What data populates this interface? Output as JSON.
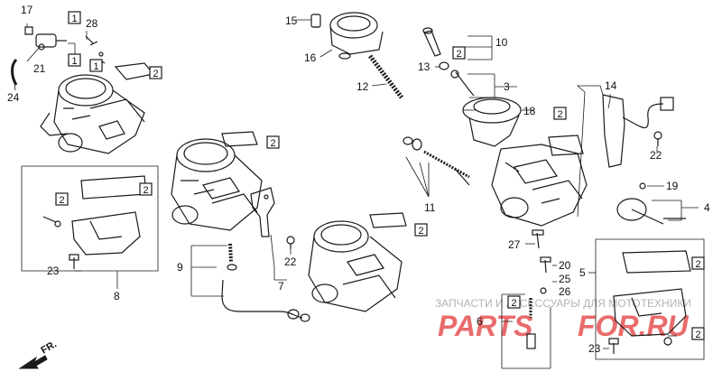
{
  "parts": {
    "p1": "1",
    "p2": "2",
    "p3": "3",
    "p4": "4",
    "p5": "5",
    "p6": "6",
    "p7": "7",
    "p8": "8",
    "p9": "9",
    "p10": "10",
    "p11": "11",
    "p12": "12",
    "p13": "13",
    "p14": "14",
    "p15": "15",
    "p16": "16",
    "p17": "17",
    "p18": "18",
    "p19": "19",
    "p20": "20",
    "p21": "21",
    "p22": "22",
    "p23": "23",
    "p24": "24",
    "p25": "25",
    "p26": "26",
    "p27": "27",
    "p28": "28"
  },
  "direction_label": "FR.",
  "watermark": {
    "cyrillic": "ЗАПЧАСТИ И АКСЕССУАРЫ ДЛЯ МОТОТЕХНИКИ",
    "brand_left": "PARTS",
    "brand_right": "FOR.RU"
  },
  "colors": {
    "line": "#1a1a1a",
    "watermark_red": "#e23a3a",
    "watermark_gray": "#9a9a9a"
  }
}
